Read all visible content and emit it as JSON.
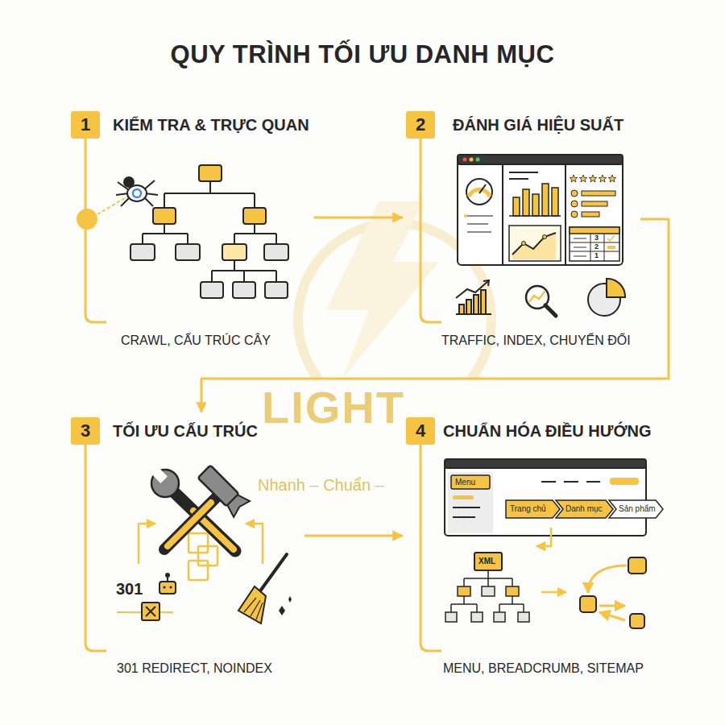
{
  "diagram": {
    "title": "QUY TRÌNH TỐI ƯU DANH MỤC",
    "nodes": [
      {
        "text": [
          "KIỂM TRA & TRỰC QUAN",
          "CRAWL, CẤU TRÚC CÂY"
        ]
      },
      {
        "text": [
          "1"
        ],
        "in": 0
      },
      {
        "text": [
          "ĐÁNH GIÁ HIỆU SUẤT",
          "TRAFFIC, INDEX, CHUYỂN ĐỔI"
        ]
      },
      {
        "text": [
          "2"
        ],
        "in": 2
      },
      {
        "text": [
          "TỐI ƯU CẤU TRÚC",
          "301 REDIRECT, NOINDEX"
        ]
      },
      {
        "text": [
          "3"
        ],
        "in": 4
      },
      {
        "text": [
          "CHUẨN HÓA ĐIỀU HƯỚNG",
          "MENU, BREADCRUMB, SITEMAP"
        ]
      },
      {
        "text": [
          "4"
        ],
        "in": 6
      }
    ],
    "edges": [
      {
        "from": 0,
        "to": 2,
        "arrow": "to"
      },
      {
        "from": 2,
        "to": 4,
        "arrow": "to"
      },
      {
        "from": 4,
        "to": 6,
        "arrow": "to"
      }
    ],
    "labels": [
      "LIGHT",
      "Nhanh – Chuẩn –",
      "3",
      "2",
      "1",
      "301",
      "Menu",
      "Trang chủ",
      "Danh mục",
      "Sản phẩm",
      "XML"
    ]
  }
}
